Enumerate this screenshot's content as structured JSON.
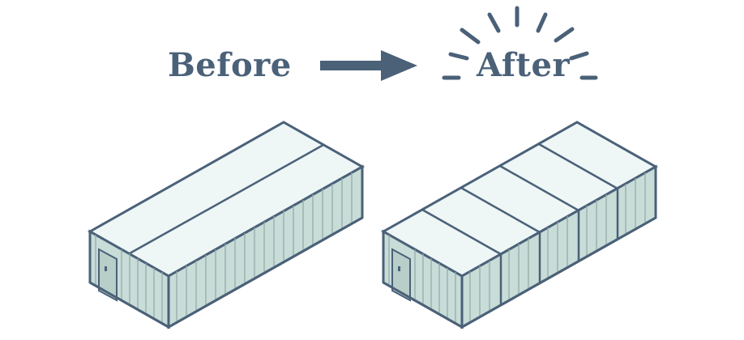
{
  "labels": {
    "before": "Before",
    "after": "After"
  },
  "colors": {
    "label_text": "#4a6178",
    "outline": "#4a6178",
    "roof_fill": "#eef6f6",
    "wall_fill": "#c8dcd8",
    "wall_shadow": "#a9c2bd",
    "rib_line": "#8fa8a6",
    "door_fill": "#b7cec9"
  },
  "icons": {
    "arrow": "right-arrow-icon",
    "burst": "sunburst-icon"
  },
  "before_module": {
    "name": "single-long-structure",
    "roof_sections": 2
  },
  "after_module": {
    "name": "segmented-modular-structure",
    "roof_sections": 5
  }
}
